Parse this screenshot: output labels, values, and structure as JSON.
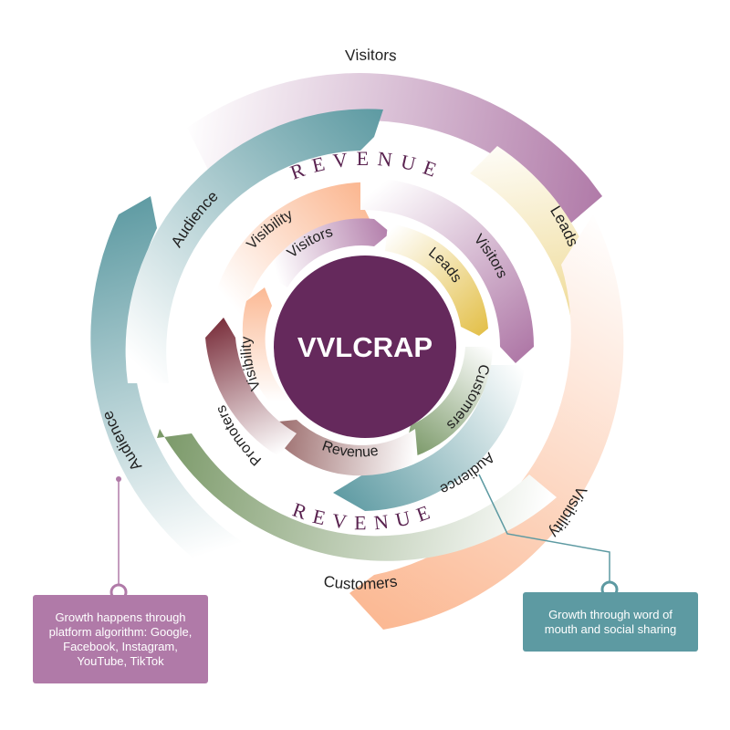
{
  "center": {
    "title": "VVLCRAP"
  },
  "outer_ring": {
    "visitors": "Visitors",
    "leads": "Leads",
    "visibility": "Visibility",
    "customers": "Customers",
    "audience_top": "Audience",
    "audience_left": "Audience"
  },
  "revenue_bands": {
    "top": "REVENUE",
    "bottom": "REVENUE"
  },
  "inner_ring": {
    "visibility_top": "Visibility",
    "visitors_top": "Visitors",
    "visitors_right": "Visitors",
    "leads": "Leads",
    "customers": "Customers",
    "audience": "Audience",
    "revenue": "Revenue",
    "promoters": "Promoters",
    "visibility_left": "Visibility"
  },
  "notes": {
    "left": "Growth happens through platform algorithm: Google, Facebook, Instagram, YouTube, TikTok",
    "right": "Growth through word of mouth and social sharing"
  },
  "colors": {
    "purple": "#b07aa8",
    "teal": "#5d9aa2",
    "gold": "#e3bf47",
    "peach": "#fbb994",
    "green": "#7c9a6a",
    "maroon": "#7a2f3c",
    "center": "#65295c",
    "text": "#1f1f1f",
    "revenue_text": "#5a2350"
  },
  "icons": [
    "connector-dot",
    "arrow-head"
  ]
}
